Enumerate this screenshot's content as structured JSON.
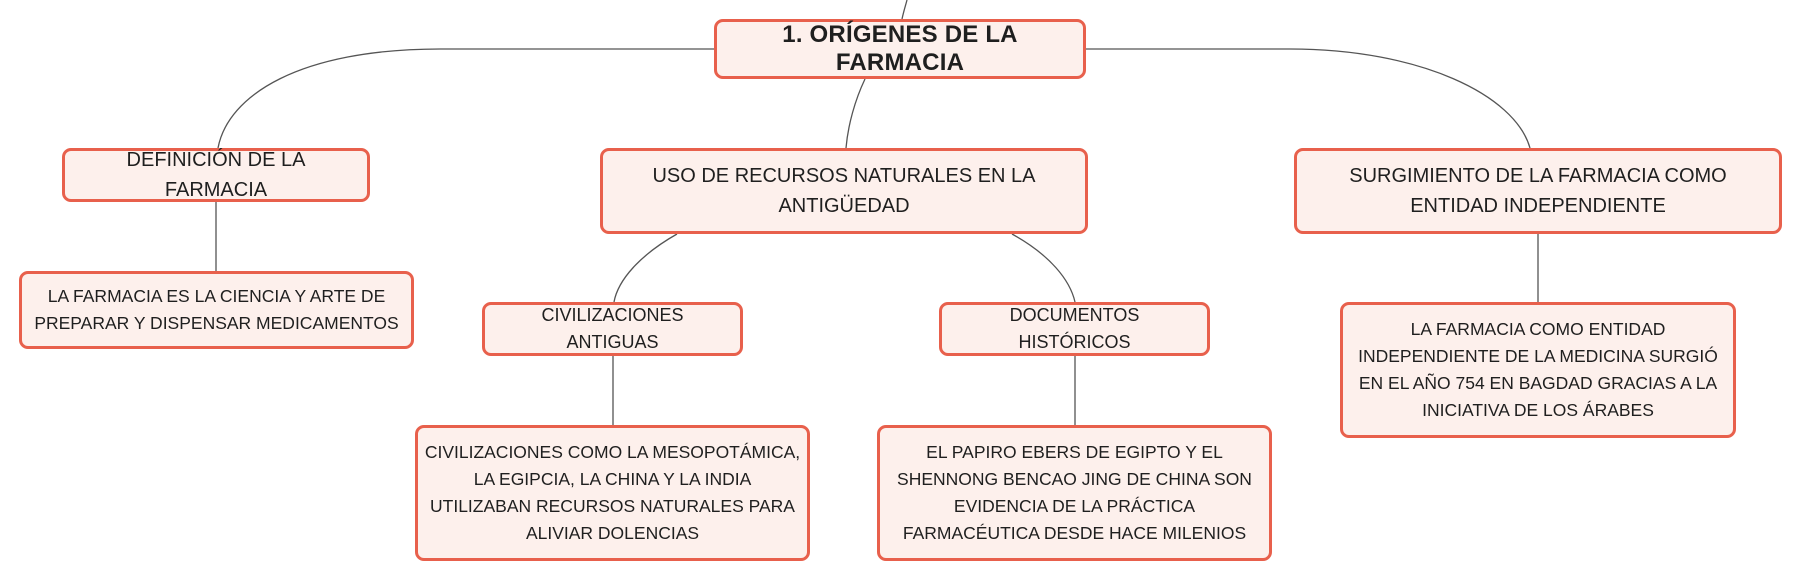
{
  "diagram": {
    "root": {
      "label": "1. ORÍGENES DE LA FARMACIA"
    },
    "branches": [
      {
        "label": "DEFINICIÓN DE LA FARMACIA",
        "children": [
          {
            "label": "LA FARMACIA ES LA CIENCIA Y ARTE DE PREPARAR Y DISPENSAR MEDICAMENTOS"
          }
        ]
      },
      {
        "label": "USO DE RECURSOS NATURALES EN LA ANTIGÜEDAD",
        "children": [
          {
            "label": "CIVILIZACIONES ANTIGUAS",
            "children": [
              {
                "label": "CIVILIZACIONES COMO LA MESOPOTÁMICA, LA EGIPCIA, LA CHINA Y LA INDIA UTILIZABAN RECURSOS NATURALES PARA ALIVIAR DOLENCIAS"
              }
            ]
          },
          {
            "label": "DOCUMENTOS HISTÓRICOS",
            "children": [
              {
                "label": "EL PAPIRO EBERS DE EGIPTO Y EL SHENNONG BENCAO JING DE CHINA SON EVIDENCIA DE LA PRÁCTICA FARMACÉUTICA DESDE HACE MILENIOS"
              }
            ]
          }
        ]
      },
      {
        "label": "SURGIMIENTO DE LA FARMACIA COMO ENTIDAD INDEPENDIENTE",
        "children": [
          {
            "label": "LA FARMACIA COMO ENTIDAD INDEPENDIENTE DE LA MEDICINA SURGIÓ EN EL AÑO 754 EN BAGDAD GRACIAS A LA INICIATIVA DE LOS ÁRABES"
          }
        ]
      }
    ]
  },
  "colors": {
    "node_border": "#e8604c",
    "node_fill": "#fdf0ec",
    "connector": "#555555",
    "text": "#1f1f1f"
  }
}
